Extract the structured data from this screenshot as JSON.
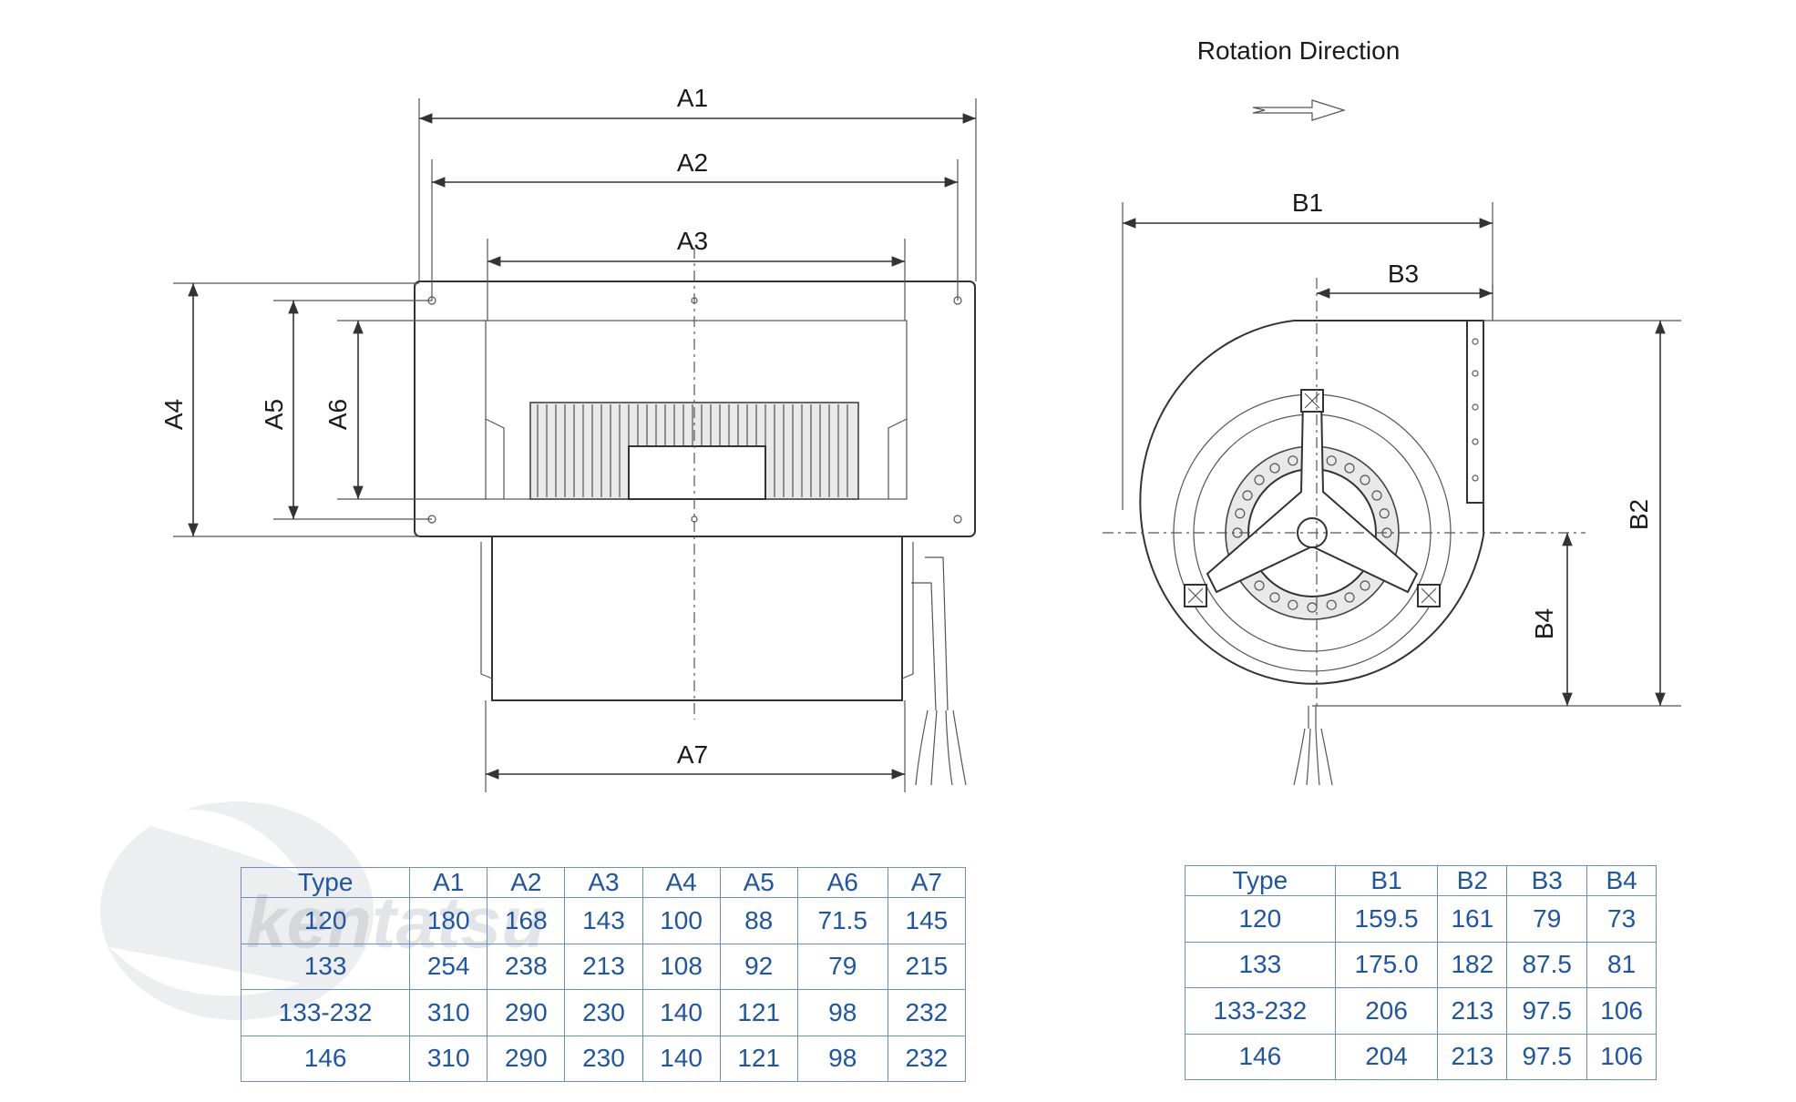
{
  "labels": {
    "rotation_direction": "Rotation  Direction",
    "a1": "A1",
    "a2": "A2",
    "a3": "A3",
    "a4": "A4",
    "a5": "A5",
    "a6": "A6",
    "a7": "A7",
    "b1": "B1",
    "b2": "B2",
    "b3": "B3",
    "b4": "B4"
  },
  "watermark": "kentatsu",
  "table_a": {
    "headers": [
      "Type",
      "A1",
      "A2",
      "A3",
      "A4",
      "A5",
      "A6",
      "A7"
    ],
    "rows": [
      [
        "120",
        "180",
        "168",
        "143",
        "100",
        "88",
        "71.5",
        "145"
      ],
      [
        "133",
        "254",
        "238",
        "213",
        "108",
        "92",
        "79",
        "215"
      ],
      [
        "133-232",
        "310",
        "290",
        "230",
        "140",
        "121",
        "98",
        "232"
      ],
      [
        "146",
        "310",
        "290",
        "230",
        "140",
        "121",
        "98",
        "232"
      ]
    ]
  },
  "table_b": {
    "headers": [
      "Type",
      "B1",
      "B2",
      "B3",
      "B4"
    ],
    "rows": [
      [
        "120",
        "159.5",
        "161",
        "79",
        "73"
      ],
      [
        "133",
        "175.0",
        "182",
        "87.5",
        "81"
      ],
      [
        "133-232",
        "206",
        "213",
        "97.5",
        "106"
      ],
      [
        "146",
        "204",
        "213",
        "97.5",
        "106"
      ]
    ]
  },
  "colors": {
    "table_text": "#1f56a3",
    "table_border": "#6a8fc4",
    "line": "#333333"
  }
}
